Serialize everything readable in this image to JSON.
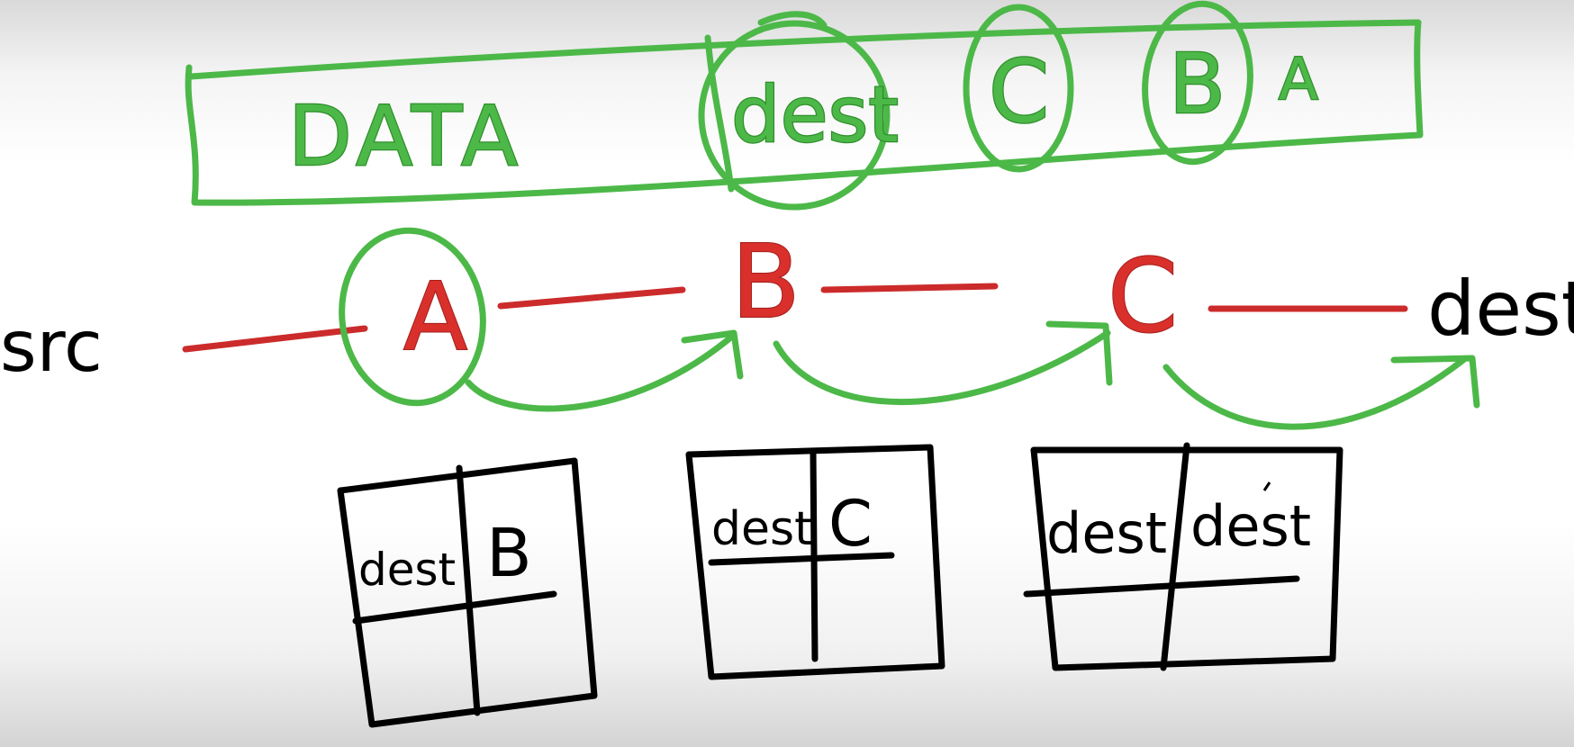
{
  "packet": {
    "data_label": "DATA",
    "dest_label": "dest",
    "hop_c": "C",
    "hop_b": "B",
    "hop_a": "A"
  },
  "path": {
    "src": "src",
    "router_a": "A",
    "router_b": "B",
    "router_c": "C",
    "dest": "dest"
  },
  "tables": [
    {
      "dest": "dest",
      "next": "B"
    },
    {
      "dest": "dest",
      "next": "C"
    },
    {
      "dest": "dest",
      "next": "dest"
    }
  ],
  "colors": {
    "green": "#4cb848",
    "red": "#cc2b2b",
    "black": "#000000"
  }
}
